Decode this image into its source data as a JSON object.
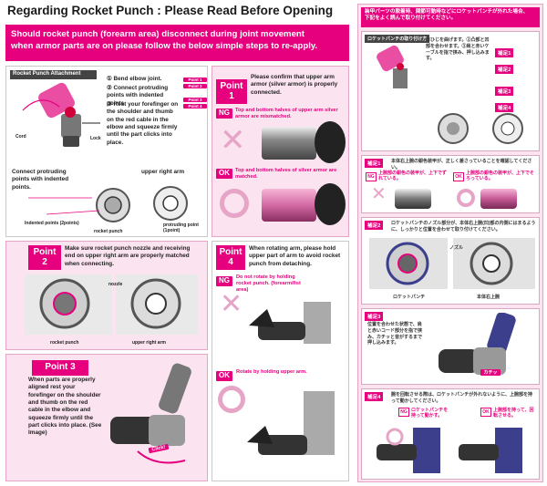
{
  "header": {
    "title": "Regarding Rocket Punch : Please Read Before Opening",
    "banner_line1": "Should rocket punch (forearm area) disconnect during joint movement",
    "banner_line2": "when armor parts are on please follow the below simple steps to re-apply."
  },
  "attachment": {
    "tab": "Rocket Punch Attachment",
    "step1": "① Bend elbow joint.",
    "step2": "② Connect protruding points with indented points.",
    "step3": "③ Rest your forefinger on the shoulder and thumb on the red cable in the elbow and squeeze firmly until the part clicks into place.",
    "point1_tag": "Point 1",
    "point2_tag": "Point 2",
    "point3_tag": "Point 3",
    "point4_tag": "Point 4",
    "cord_label": "Cord",
    "lock_label": "Lock",
    "connect_note": "Connect protruding points with indented points.",
    "upper_right_arm": "upper right arm",
    "indented_points": "Indented points (2points)",
    "rocket_punch": "rocket punch",
    "protruding_point": "protruding point (1point)"
  },
  "point1": {
    "tag_word": "Point",
    "tag_num": "1",
    "text": "Please confirm that upper arm armor (silver armor) is properly connected.",
    "ng_label": "NG",
    "ng_text": "Top and bottom halves of upper arm silver armor are mismatched.",
    "ok_label": "OK",
    "ok_text": "Top and bottom halves of silver armor are matched."
  },
  "point2": {
    "tag_word": "Point",
    "tag_num": "2",
    "text": "Make sure rocket punch nozzle and receiving end on upper right arm are properly matched when connecting.",
    "nozzle": "nozzle",
    "rocket_punch": "rocket punch",
    "upper_right_arm": "upper right arm"
  },
  "point3": {
    "tag_word": "Point 3",
    "text": "When parts are properly aligned rest your forefinger on the shoulder and thumb on the red cable in the elbow and squeeze firmly until the part clicks into place. (See Image)",
    "click": "Click!"
  },
  "point4": {
    "tag_word": "Point",
    "tag_num": "4",
    "text": "When rotating arm, please hold upper part of arm to avoid rocket punch from detaching.",
    "ng_label": "NG",
    "ng_text": "Do not rotate by holding rocket punch. (forearm/fist area)",
    "ok_label": "OK",
    "ok_text": "Rotate by holding upper arm."
  },
  "jp": {
    "banner_line1": "装甲パーツの脱着時、関節可動時などにロケットパンチが外れた場合、",
    "banner_line2": "下記をよく読んで取り付けてください。",
    "attach_tab": "ロケットパンチの取り付け方",
    "steps": "①ひじを曲げます。②凸部と凹部を合わせます。③肩と赤いケーブルを指で挟み、押し込みます。",
    "tags": [
      "補足1",
      "補足2",
      "補足3",
      "補足4"
    ],
    "note1": "本体右上腕の銀色装甲が、正しく差さっていることを確認してください。",
    "note1_ng": "上腕部の銀色の装甲が、上下でずれている。",
    "note1_ok": "上腕部の銀色の装甲が、上下でそろっている。",
    "note2": "ロケットパンチのノズル部分が、本体右上腕(凹)部の内側にはまるように、しっかりと位置を合わせて取り付けてください。",
    "nozzle": "ノズル",
    "rp": "ロケットパンチ",
    "arm": "本体右上腕",
    "note3": "位置を合わせた状態で、肩と赤いコード部分を指で挟み、カチッと音がするまで押し込みます。",
    "click": "カチッ",
    "note4": "腕を回転させる際は、ロケットパンチが外れないように、上腕部を持って動かしてください。",
    "ng4": "ロケットパンチを持って動かす。",
    "ok4": "上腕部を持って、回転させる。",
    "ng_label": "NG",
    "ok_label": "OK"
  }
}
